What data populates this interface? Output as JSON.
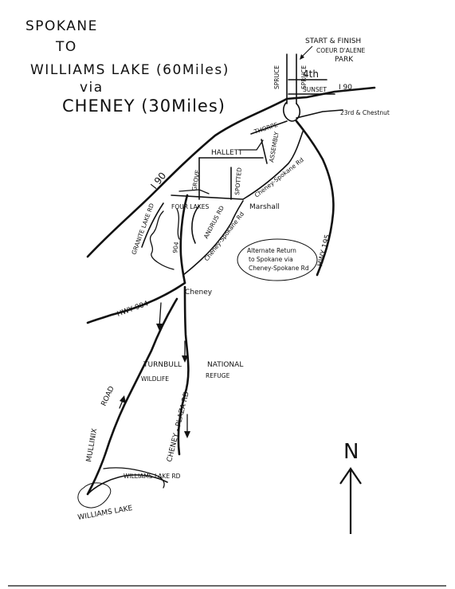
{
  "title": {
    "line1": "SPOKANE",
    "line2": "TO",
    "line3": "WILLIAMS LAKE (60Miles)",
    "line4": "via",
    "line5": "CHENEY (30Miles)"
  },
  "start": {
    "label": "START & FINISH",
    "sub1": "COEUR D'ALENE",
    "sub2": "PARK"
  },
  "streets": {
    "spruce": "SPRUCE",
    "fourth": "4th",
    "sunset": "SUNSET",
    "i90_east": "I 90",
    "i90_diag": "I 90",
    "chestnut": "23rd & Chestnut",
    "thorpe": "THORPE",
    "assembly": "ASSEMBLY",
    "hallett": "HALLETT",
    "grove": "GROVE",
    "spotted": "SPOTTED",
    "hwy195": "HWY 195",
    "cheney_spokane": "Cheney-Spokane Rd",
    "cheney_spokane2": "Cheney-Spokane Rd",
    "marshall": "Marshall",
    "four_lakes": "FOUR LAKES",
    "granite_lake": "GRANITE LAKE RD",
    "andrus": "ANDRUS RD",
    "hwy904": "HWY 904",
    "hwy904_vert": "904",
    "cheney": "Cheney",
    "turnbull": "TURNBULL",
    "national": "NATIONAL",
    "wildlife": "WILDLIFE",
    "refuge": "REFUGE",
    "cheney_plaza": "CHENEY - PLAZA RD",
    "mullinix": "MULLINIX",
    "road": "ROAD",
    "williams_lake": "WILLIAMS LAKE",
    "williams_lake_rd": "WILLIAMS LAKE RD",
    "alternate1": "Alternate Return",
    "alternate2": "to Spokane via",
    "alternate3": "Cheney-Spokane Rd"
  },
  "compass": {
    "letter": "N"
  }
}
